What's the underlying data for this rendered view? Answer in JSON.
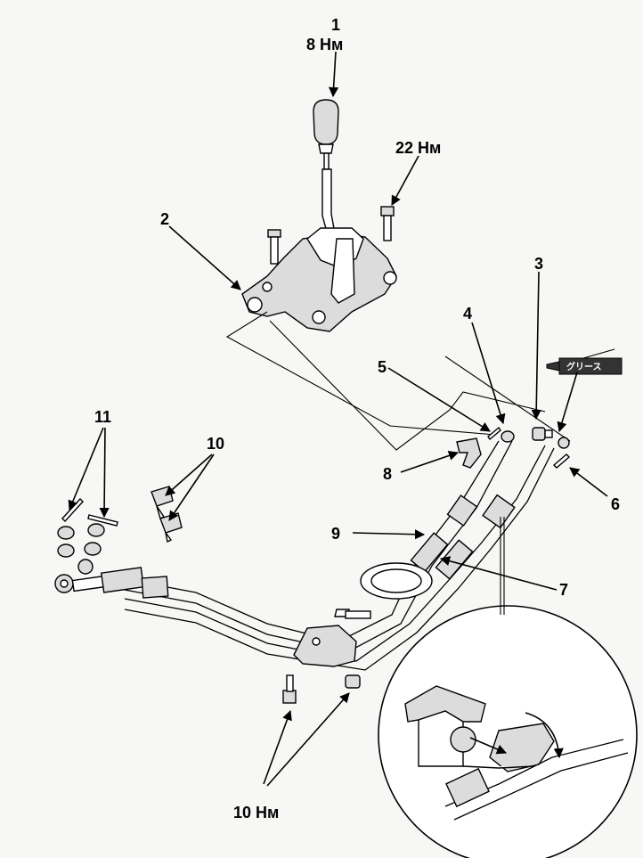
{
  "callouts": {
    "c1": "1",
    "c1_torque": "8 Нм",
    "c2": "2",
    "c3": "3",
    "c4": "4",
    "c5": "5",
    "c6": "6",
    "c7": "7",
    "c8": "8",
    "c9": "9",
    "c10_clips": "10",
    "c10_torque": "10 Нм",
    "c11": "11",
    "bolt_torque": "22 Нм"
  },
  "grease_tag": "グリース",
  "colors": {
    "ink": "#000000",
    "paper": "#f7f7f5"
  }
}
